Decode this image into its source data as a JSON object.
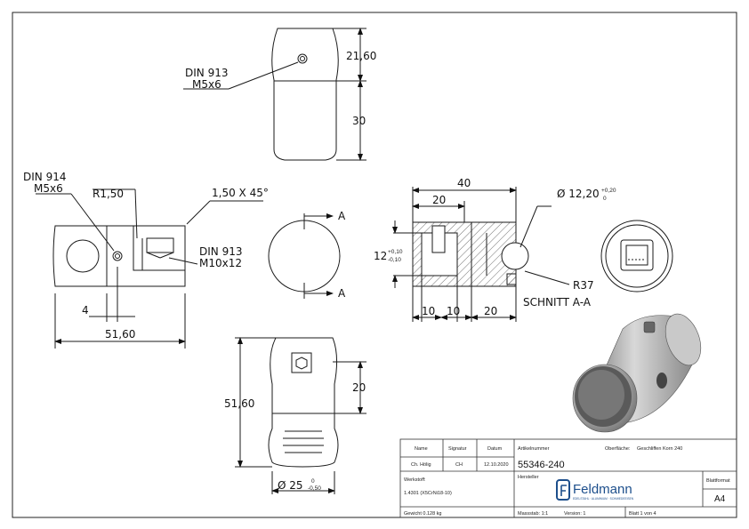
{
  "views": {
    "top": {
      "dim_height_upper": "21,60",
      "dim_height_lower": "30",
      "callout_line1": "DIN 913",
      "callout_line2": "M5x6"
    },
    "side": {
      "callout_din914_1": "DIN 914",
      "callout_din914_2": "M5x6",
      "radius": "R1,50",
      "chamfer": "1,50 X 45°",
      "callout_din913_1": "DIN 913",
      "callout_din913_2": "M10x12",
      "dim_small": "4",
      "dim_length": "51,60"
    },
    "circle": {
      "section_mark_top": "A",
      "section_mark_bottom": "A"
    },
    "section": {
      "dim_total": "40",
      "dim_half": "20",
      "dia": "Ø 12,20",
      "dia_tol_upper": "+0,20",
      "dia_tol_lower": "0",
      "dim_slot": "12",
      "slot_tol_upper": "+0,10",
      "slot_tol_lower": "-0,10",
      "dim_bottom_1": "10",
      "dim_bottom_2": "10",
      "dim_bottom_3": "20",
      "radius": "R37",
      "caption": "SCHNITT A-A"
    },
    "front": {
      "dim_height": "51,60",
      "dim_upper": "20",
      "dia_label": "Ø 25",
      "dia_tol_upper": "0",
      "dia_tol_lower": "-0,50"
    }
  },
  "title_block": {
    "h_name": "Name",
    "h_signature": "Signatur",
    "h_date": "Datum",
    "h_article": "Artikelnummer",
    "h_surface": "Oberfläche:",
    "surface_value": "Geschliffen Korn 240",
    "name": "Ch. Hölig",
    "signature": "CH",
    "date": "12.10.2020",
    "article_no": "55346-240",
    "h_material": "Werkstoff:",
    "material": "1.4301 (X5CrNi18-10)",
    "h_manufacturer": "Hersteller",
    "brand": "Feldmann",
    "brand_tagline": "EDELSTAHL · ALUMINIUM · SCHMIEDEEISEN",
    "h_format": "Blattformat",
    "format": "A4",
    "weight": "Gewicht 0.128 kg",
    "scale": "Massstab: 1:1",
    "version": "Version: 1",
    "sheet": "Blatt 1 von 4"
  },
  "colors": {
    "line": "#1a1a1a",
    "hatch": "#555555",
    "brand_blue": "#1d4f8c"
  }
}
